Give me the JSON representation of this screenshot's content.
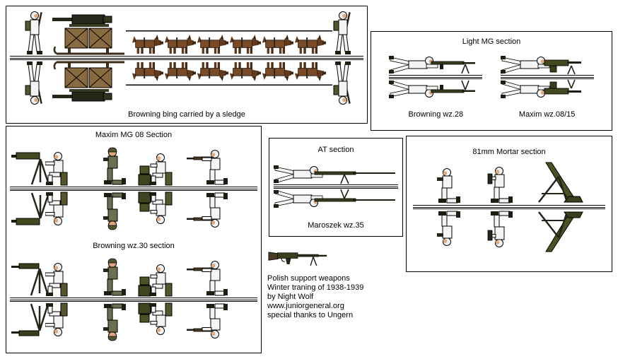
{
  "panels": {
    "sledge": {
      "caption": "Browning bing carried by a sledge",
      "figures": [
        "walking soldier",
        "browning mg on wooden sledge",
        "six sled dogs in harness",
        "walking soldier"
      ]
    },
    "light_mg": {
      "title": "Light MG section",
      "weapons": [
        {
          "label": "Browning wz.28",
          "figure": "prone gunner with browning wz.28"
        },
        {
          "label": "Maxim wz.08/15",
          "figure": "prone gunner with maxim wz.08/15"
        }
      ]
    },
    "maxim_section": {
      "title": "Maxim MG 08 Section",
      "figures": [
        "seated gunner at maxim mg 08 on tripod",
        "kneeling observer",
        "seated loader with ammo boxes",
        "kneeling rifleman"
      ]
    },
    "browning30_section": {
      "title": "Browning wz.30 section",
      "figures": [
        "seated gunner at browning wz.30 on tripod",
        "kneeling observer",
        "seated loader with ammo boxes",
        "kneeling rifleman"
      ]
    },
    "at_section": {
      "title": "AT section",
      "label": "Maroszek wz.35",
      "figures": [
        "prone gunner with maroszek wz.35 anti-tank rifle"
      ]
    },
    "mortar_section": {
      "title": "81mm Mortar section",
      "figures": [
        "kneeling observer",
        "kneeling loader with shell",
        "81mm mortar on bipod"
      ]
    }
  },
  "credits": {
    "weapon_icon": "browning-wz28-rifle",
    "lines": [
      "Polish support weapons",
      "Winter traning of 1938-1939",
      "by Night Wolf",
      "www.juniorgeneral.org",
      "special thanks to Ungern"
    ]
  },
  "colors": {
    "background": "#ffffff",
    "panel_border": "#000000",
    "uniform_white": "#f4f4f4",
    "skin": "#e0a87c",
    "weapon_dark": "#26261a",
    "olive_drab": "#4a5224",
    "dog_brown": "#7a4a26",
    "wood_brown": "#8a6a40"
  }
}
